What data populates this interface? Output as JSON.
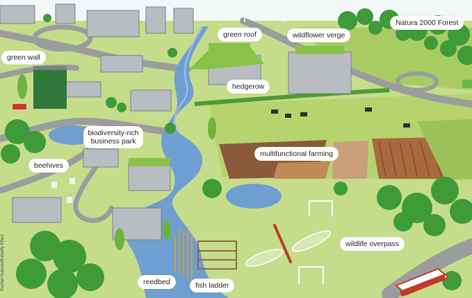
{
  "colors": {
    "sky": "#f4f7f8",
    "grass_light": "#c5dc8b",
    "grass": "#a8cc62",
    "grass_dark": "#7fb43c",
    "tree": "#3f9a3a",
    "tree_dark": "#2d7a2e",
    "road": "#9a9c9e",
    "river": "#6f9ed1",
    "river_light": "#9fc2e6",
    "building": "#b9bdc1",
    "roof": "#7b8085",
    "green_roof": "#88c24a",
    "soil": "#8a5a3a",
    "soil_light": "#c08a5a",
    "label_bg": "#ffffff"
  },
  "labels": {
    "green_wall": "green wall",
    "green_roof": "green roof",
    "wildflower_verge": "wildflower verge",
    "natura_forest": "Natura 2000 Forest",
    "hedgerow": "hedgerow",
    "business_park": "biodiversity-rich business park",
    "beehives": "beehives",
    "multifunctional_farming": "multifunctional farming",
    "wildlife_overpass": "wildlife overpass",
    "reedbed": "reedbed",
    "fish_ladder": "fish ladder"
  },
  "credit": "Rachel Hudson/Butterfly Effect"
}
